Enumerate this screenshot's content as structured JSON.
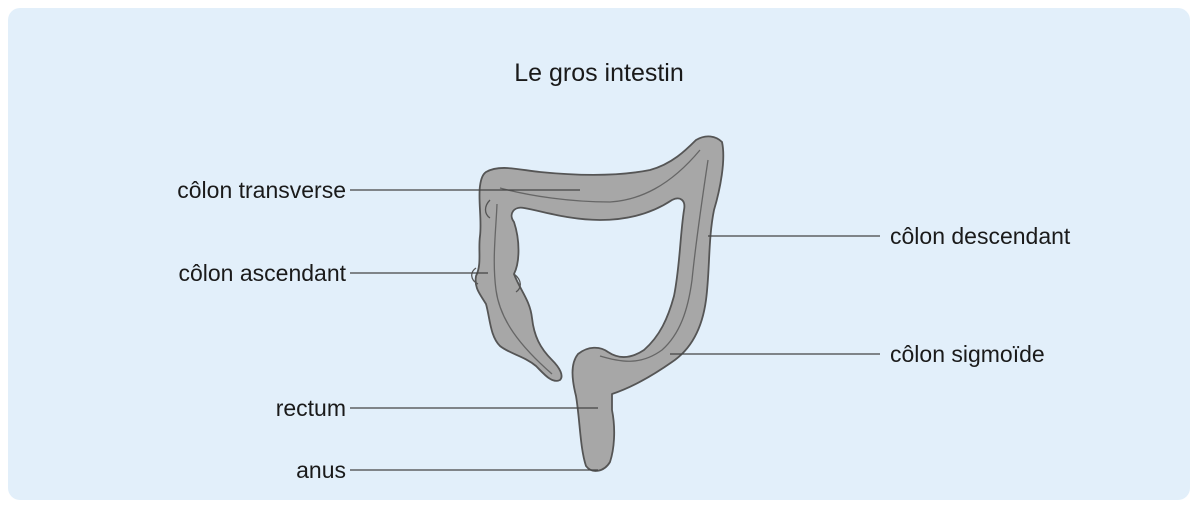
{
  "diagram": {
    "title": "Le gros intestin",
    "labels": {
      "transverse": "côlon transverse",
      "ascending": "côlon ascendant",
      "rectum": "rectum",
      "anus": "anus",
      "descending": "côlon descendant",
      "sigmoid": "côlon sigmoïde"
    },
    "colors": {
      "background": "#e2effa",
      "organ_fill": "#a7a7a7",
      "organ_stroke": "#555555",
      "leader_line": "#444444"
    }
  }
}
